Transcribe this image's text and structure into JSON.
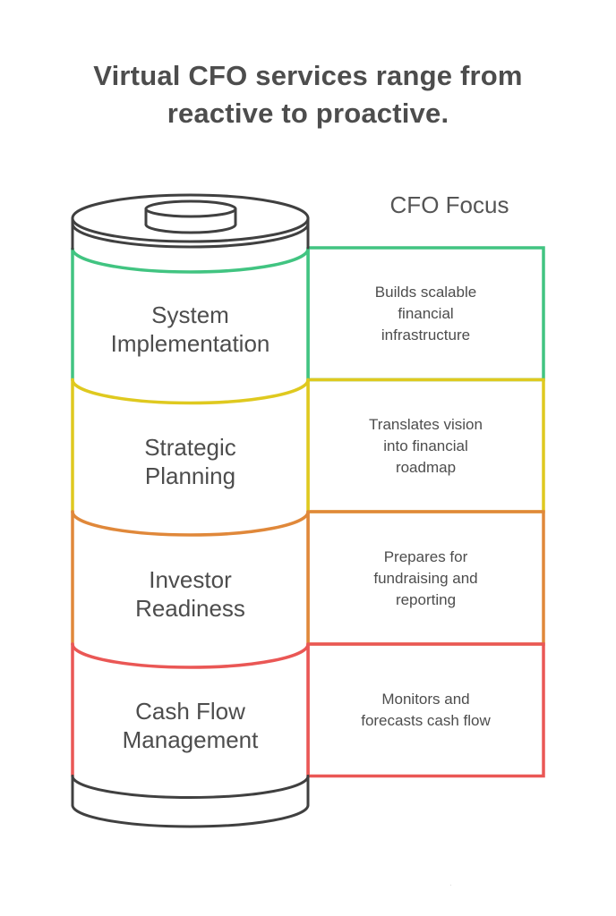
{
  "title": {
    "line1": "Virtual CFO services range from",
    "line2": "reactive to proactive."
  },
  "column_header": "CFO Focus",
  "colors": {
    "outline_dark": "#404040",
    "text_dark": "#4d4d4d",
    "green": "#41c481",
    "yellow": "#dfc91f",
    "orange": "#e0883a",
    "red": "#ea5755",
    "watermark_gray": "#d9d9d9"
  },
  "diagram": {
    "sections": [
      {
        "id": "system-implementation",
        "color": "#41c481",
        "label_lines": [
          "System",
          "Implementation"
        ],
        "focus_lines": [
          "Builds scalable",
          "financial",
          "infrastructure"
        ]
      },
      {
        "id": "strategic-planning",
        "color": "#dfc91f",
        "label_lines": [
          "Strategic",
          "Planning"
        ],
        "focus_lines": [
          "Translates vision",
          "into financial",
          "roadmap"
        ]
      },
      {
        "id": "investor-readiness",
        "color": "#e0883a",
        "label_lines": [
          "Investor",
          "Readiness"
        ],
        "focus_lines": [
          "Prepares for",
          "fundraising and",
          "reporting"
        ]
      },
      {
        "id": "cash-flow-management",
        "color": "#ea5755",
        "label_lines": [
          "Cash Flow",
          "Management"
        ],
        "focus_lines": [
          "Monitors and",
          "forecasts cash flow"
        ]
      }
    ]
  },
  "watermark": "."
}
